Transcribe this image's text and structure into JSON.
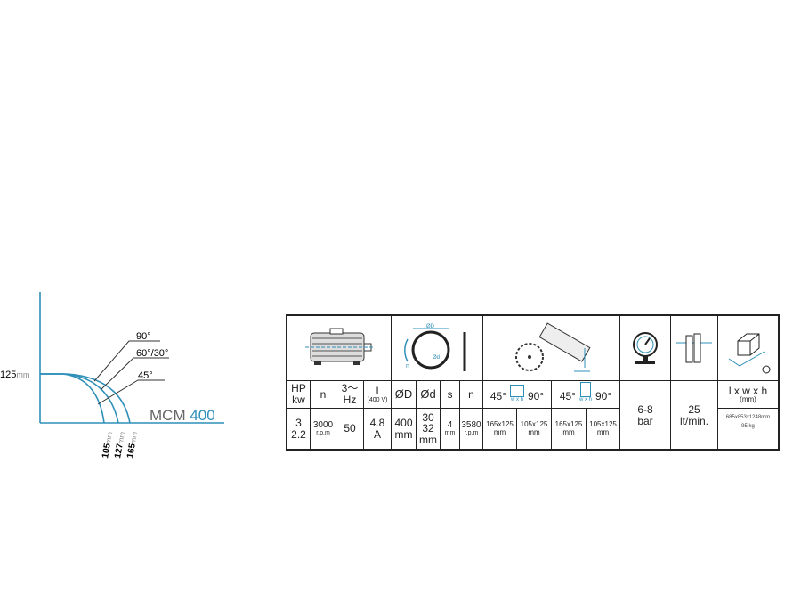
{
  "diagram": {
    "height_label": "125",
    "height_unit": "mm",
    "angles": [
      "90°",
      "60°/30°",
      "45°"
    ],
    "widths": [
      "105",
      "127",
      "165"
    ],
    "width_unit": "mm",
    "model_prefix": "MCM",
    "model_number": "400",
    "accent": "#2e8fb8"
  },
  "table": {
    "headers": {
      "hp": [
        "HP",
        "kw"
      ],
      "n": "n",
      "hz": [
        "3～",
        "Hz"
      ],
      "i": [
        "I",
        "(400 V)"
      ],
      "dD": "ØD",
      "dd": "Ød",
      "s": "s",
      "n2": "n",
      "cut1": {
        "a": "45°",
        "b": "90°",
        "wh": "w x h"
      },
      "cut2": {
        "a": "45°",
        "b": "90°",
        "wh": "w x h"
      },
      "dims": [
        "l x w x h",
        "(mm)"
      ]
    },
    "values": {
      "hp": [
        "3",
        "2.2"
      ],
      "n": [
        "3000",
        "r.p.m"
      ],
      "hz": "50",
      "i": [
        "4.8",
        "A"
      ],
      "dD": [
        "400",
        "mm"
      ],
      "dd": [
        "30",
        "32",
        "mm"
      ],
      "s": [
        "4",
        "mm"
      ],
      "n2": [
        "3580",
        "r.p.m"
      ],
      "cuts": [
        [
          "165x125",
          "mm"
        ],
        [
          "105x125",
          "mm"
        ],
        [
          "165x125",
          "mm"
        ],
        [
          "105x125",
          "mm"
        ]
      ],
      "air": [
        "6-8",
        "bar"
      ],
      "coolant": [
        "25",
        "lt/min."
      ],
      "dims": "685x853x1248mm",
      "weight": "95 kg"
    }
  }
}
